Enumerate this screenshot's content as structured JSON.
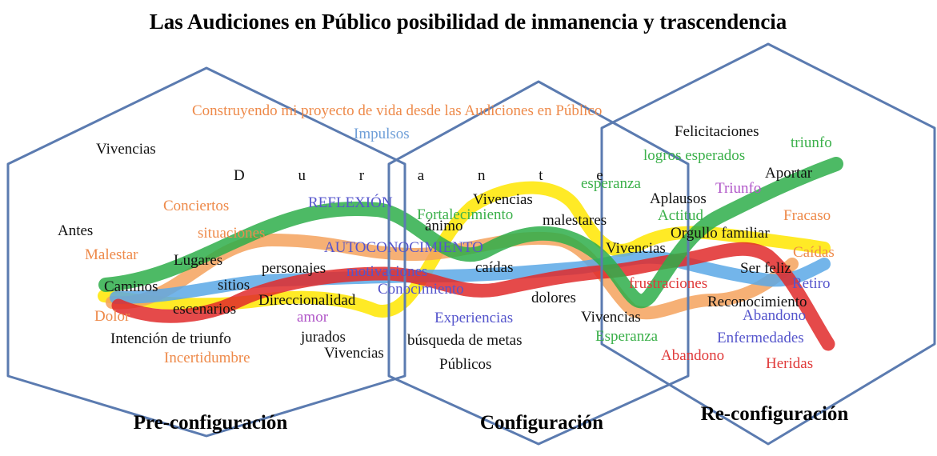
{
  "title": "Las Audiciones en Público posibilidad de inmanencia y trascendencia",
  "phases": {
    "pre": "Pre-configuración",
    "conf": "Configuración",
    "reconf": "Re-configuración"
  },
  "colors": {
    "frame": "#5b7bb0",
    "ribbon_red": "#e02a2a",
    "ribbon_orange": "#f5a25d",
    "ribbon_yellow": "#ffe600",
    "ribbon_blue": "#5aa8e6",
    "ribbon_green": "#2eae4a",
    "text_black": "#111111",
    "text_orange": "#ee8a4a",
    "text_blue": "#5555cc",
    "text_lightblue": "#6f9fd8",
    "text_green": "#3bb04a",
    "text_purple": "#b055c8",
    "text_red": "#e03a3a"
  },
  "words": {
    "construyendo": "Construyendo mi proyecto de vida desde las Audiciones en Público",
    "impulsos": "Impulsos",
    "vivencias1": "Vivencias",
    "durante": "D u r a n t e",
    "conciertos": "Conciertos",
    "reflexion": "REFLEXIÓN",
    "situaciones": "situaciones",
    "antes": "Antes",
    "malestar": "Malestar",
    "lugares": "Lugares",
    "autoconocimiento": "AUTOCONOCIMIENTO",
    "personajes": "personajes",
    "motivaciones": "motivaciones",
    "caminos": "Caminos",
    "sitios": "sitios",
    "conocimiento": "Conocimiento",
    "escenarios": "escenarios",
    "direccionalidad": "Direccionalidad",
    "dolor": "Dolor",
    "amor": "amor",
    "intencion": "Intención de triunfo",
    "jurados": "jurados",
    "incertidumbre": "Incertidumbre",
    "vivencias2": "Vivencias",
    "fortalecimiento": "Fortalecimiento",
    "vivencias3": "Vivencias",
    "animo": "ánimo",
    "malestares": "malestares",
    "caidas1": "caídas",
    "dolores": "dolores",
    "experiencias": "Experiencias",
    "busqueda": "búsqueda de metas",
    "publicos": "Públicos",
    "esperanza1": "esperanza",
    "felicitaciones": "Felicitaciones",
    "triunfo1": "triunfo",
    "logros": "logros esperados",
    "aportar": "Aportar",
    "aplausos": "Aplausos",
    "triunfo2": "Triunfo",
    "actitud": "Actitud",
    "fracaso": "Fracaso",
    "orgullo": "Orgullo familiar",
    "vivencias4": "Vivencias",
    "caidas2": "Caídas",
    "serfeliz": "Ser feliz",
    "frustraciones": "frustraciones",
    "retiro": "Retiro",
    "reconocimiento": "Reconocimiento",
    "vivencias5": "Vivencias",
    "abandono1": "Abandono",
    "esperanza2": "Esperanza",
    "enfermedades": "Enfermedades",
    "abandono2": "Abandono",
    "heridas": "Heridas"
  }
}
